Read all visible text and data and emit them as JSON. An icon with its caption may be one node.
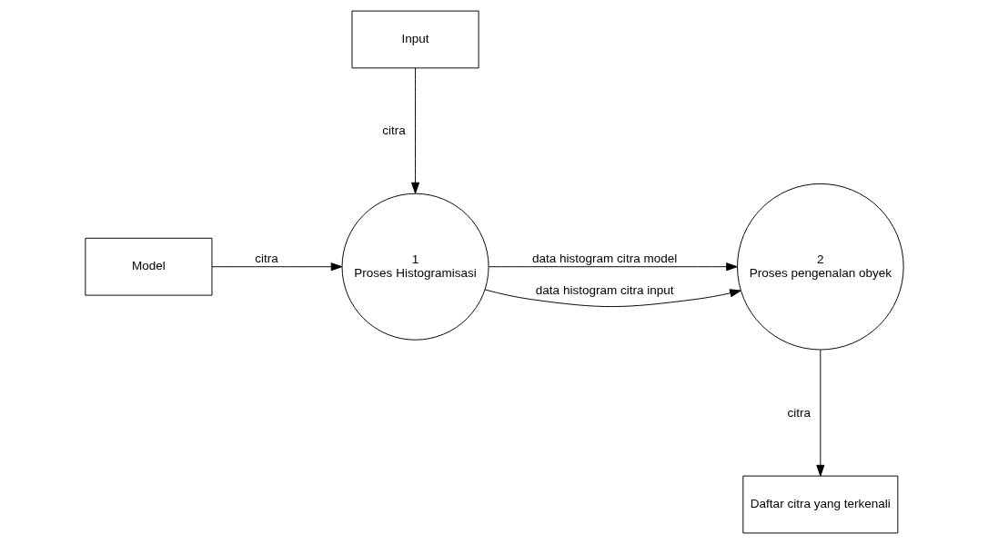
{
  "diagram": {
    "nodes": [
      {
        "text": [
          "Model"
        ]
      },
      {
        "text": [
          "1",
          "Proses Histogramisasi"
        ]
      },
      {
        "text": [
          "2",
          "Proses pengenalan obyek"
        ]
      },
      {
        "text": [
          "Input"
        ]
      },
      {
        "text": [
          "Daftar citra yang terkenali"
        ]
      }
    ],
    "edges": [
      {
        "from": 0,
        "to": 1,
        "label": "citra",
        "arrow": "to"
      },
      {
        "from": 1,
        "to": 2,
        "label": "data histogram citra model",
        "arrow": "to"
      },
      {
        "from": 1,
        "to": 2,
        "label": "data histogram citra input",
        "arrow": "to"
      },
      {
        "from": 3,
        "to": 1,
        "label": "citra",
        "arrow": "to"
      },
      {
        "from": 2,
        "to": 4,
        "label": "citra",
        "arrow": "to"
      }
    ]
  }
}
